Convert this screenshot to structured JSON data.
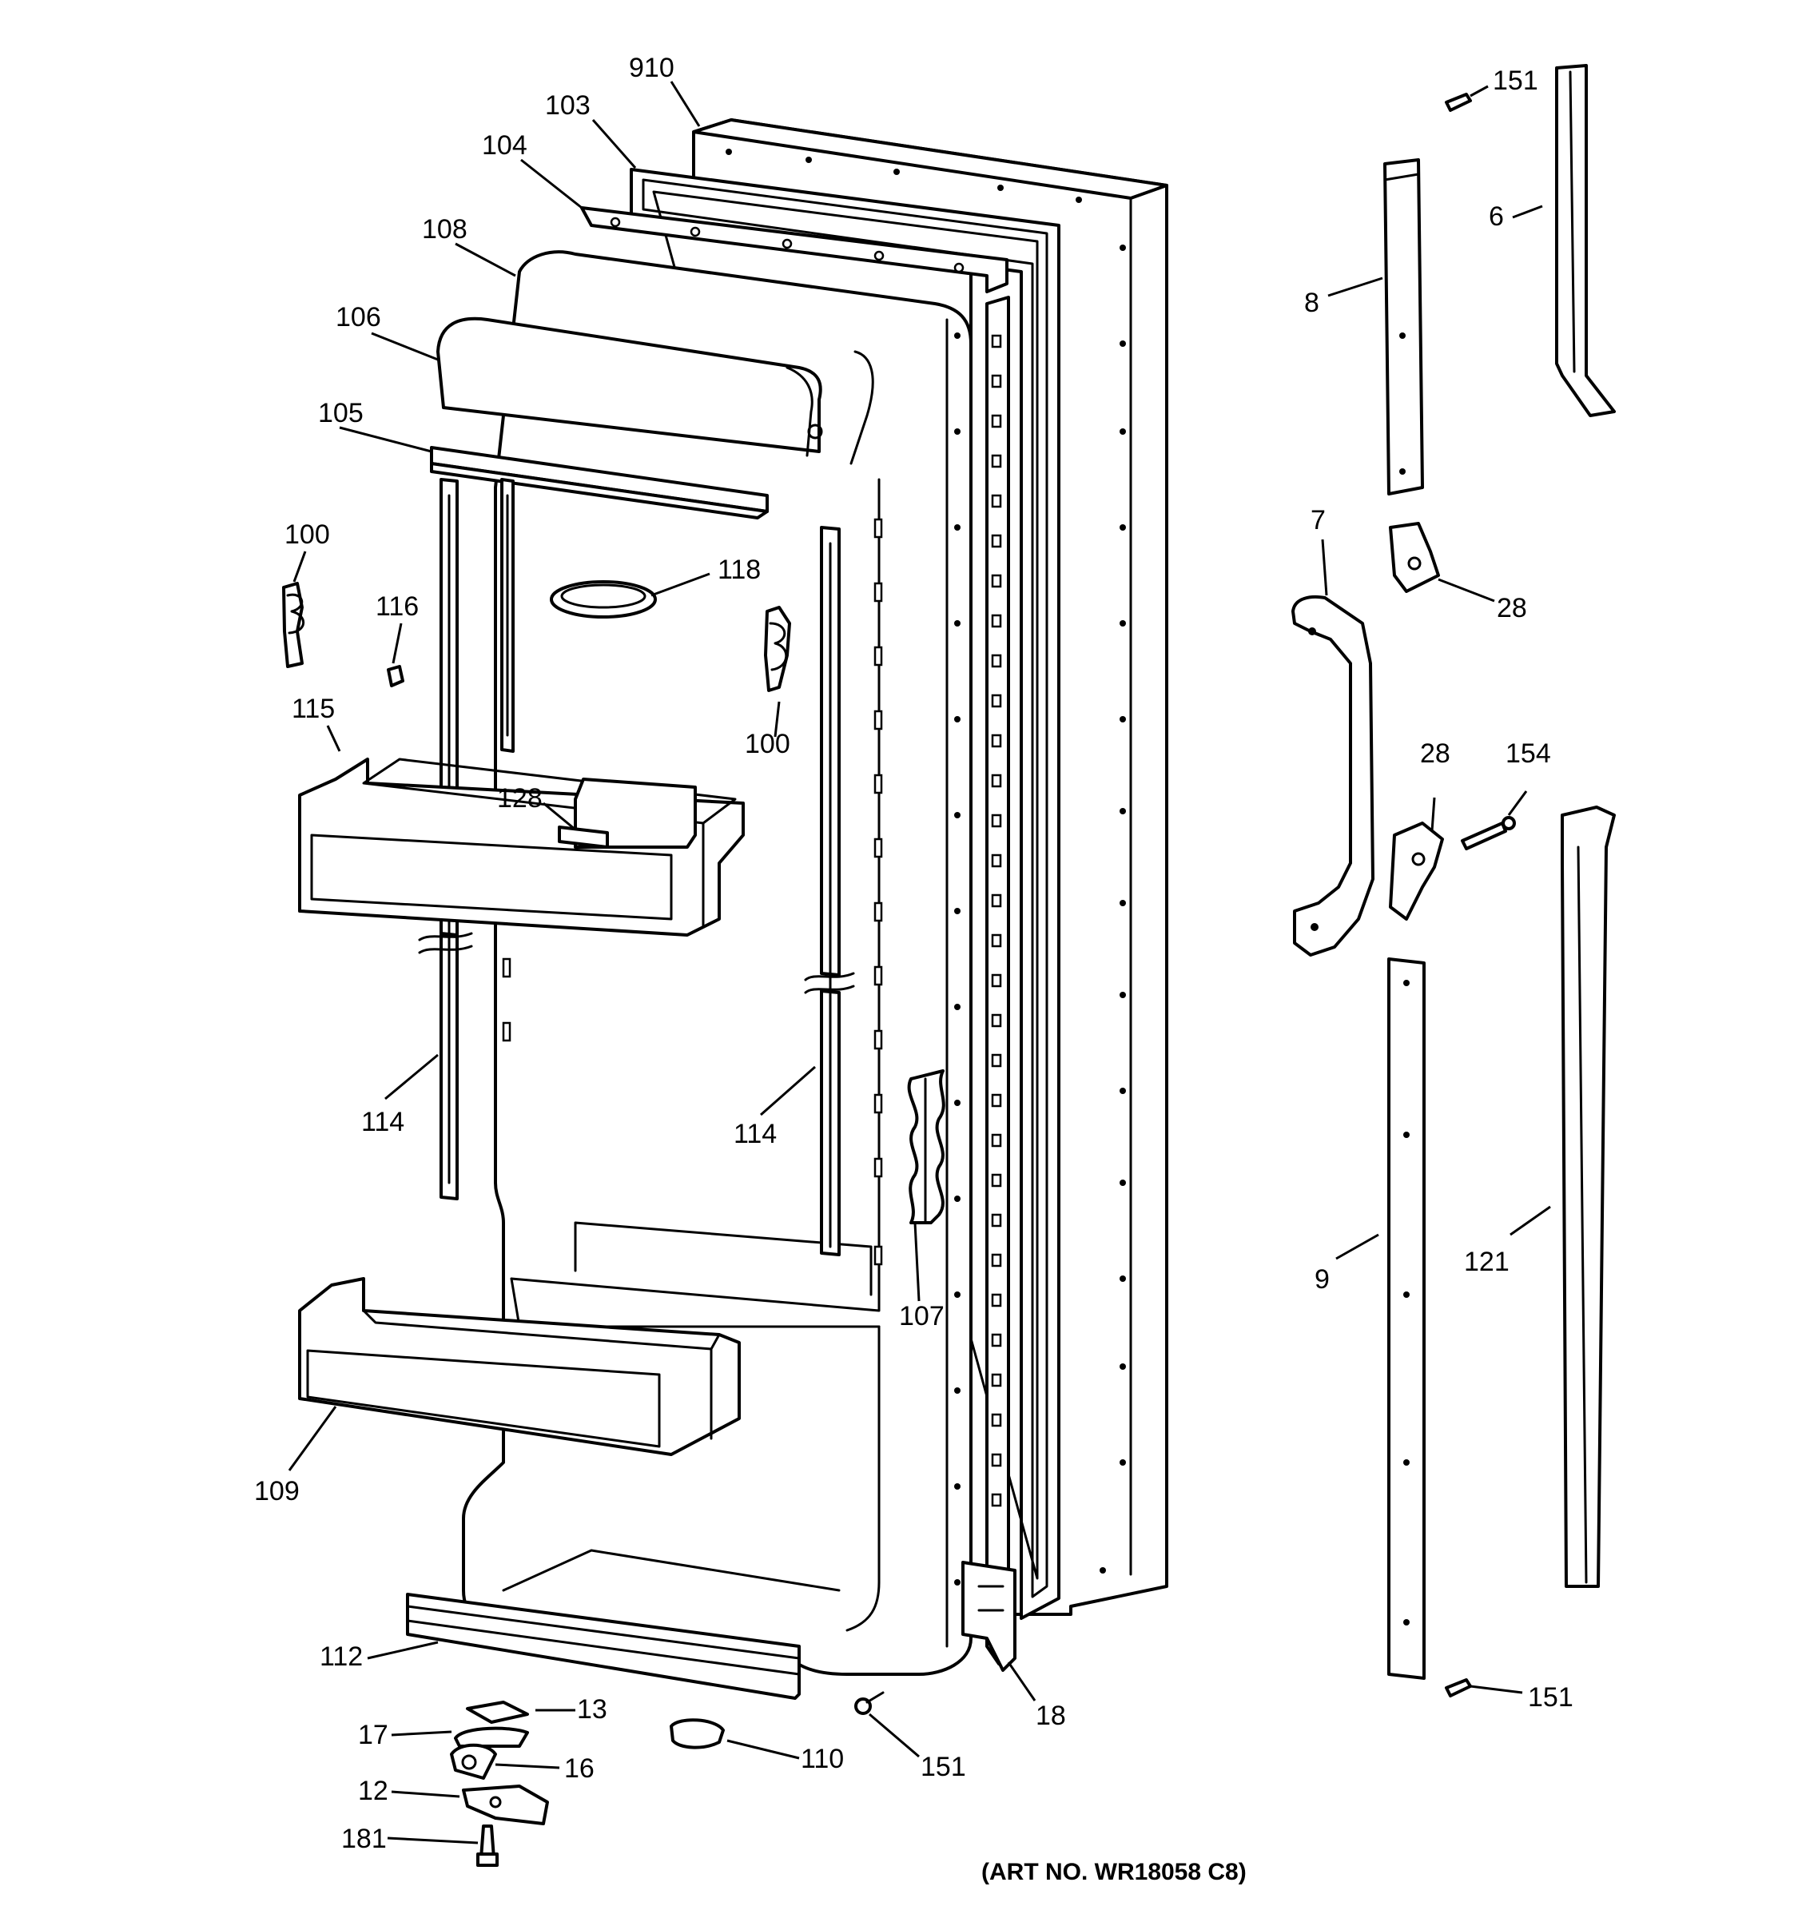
{
  "callouts": [
    {
      "id": "910",
      "label": "910"
    },
    {
      "id": "103",
      "label": "103"
    },
    {
      "id": "104",
      "label": "104"
    },
    {
      "id": "108",
      "label": "108"
    },
    {
      "id": "106",
      "label": "106"
    },
    {
      "id": "105",
      "label": "105"
    },
    {
      "id": "100a",
      "label": "100"
    },
    {
      "id": "116",
      "label": "116"
    },
    {
      "id": "118",
      "label": "118"
    },
    {
      "id": "100b",
      "label": "100"
    },
    {
      "id": "115",
      "label": "115"
    },
    {
      "id": "128",
      "label": "128"
    },
    {
      "id": "114a",
      "label": "114"
    },
    {
      "id": "114b",
      "label": "114"
    },
    {
      "id": "107",
      "label": "107"
    },
    {
      "id": "109",
      "label": "109"
    },
    {
      "id": "112",
      "label": "112"
    },
    {
      "id": "13",
      "label": "13"
    },
    {
      "id": "17",
      "label": "17"
    },
    {
      "id": "16",
      "label": "16"
    },
    {
      "id": "12",
      "label": "12"
    },
    {
      "id": "181",
      "label": "181"
    },
    {
      "id": "110",
      "label": "110"
    },
    {
      "id": "151a",
      "label": "151"
    },
    {
      "id": "18",
      "label": "18"
    },
    {
      "id": "151b",
      "label": "151"
    },
    {
      "id": "6",
      "label": "6"
    },
    {
      "id": "8",
      "label": "8"
    },
    {
      "id": "7",
      "label": "7"
    },
    {
      "id": "28a",
      "label": "28"
    },
    {
      "id": "28b",
      "label": "28"
    },
    {
      "id": "154",
      "label": "154"
    },
    {
      "id": "9",
      "label": "9"
    },
    {
      "id": "121",
      "label": "121"
    },
    {
      "id": "151c",
      "label": "151"
    }
  ],
  "art_number": "(ART NO. WR18058 C8)"
}
